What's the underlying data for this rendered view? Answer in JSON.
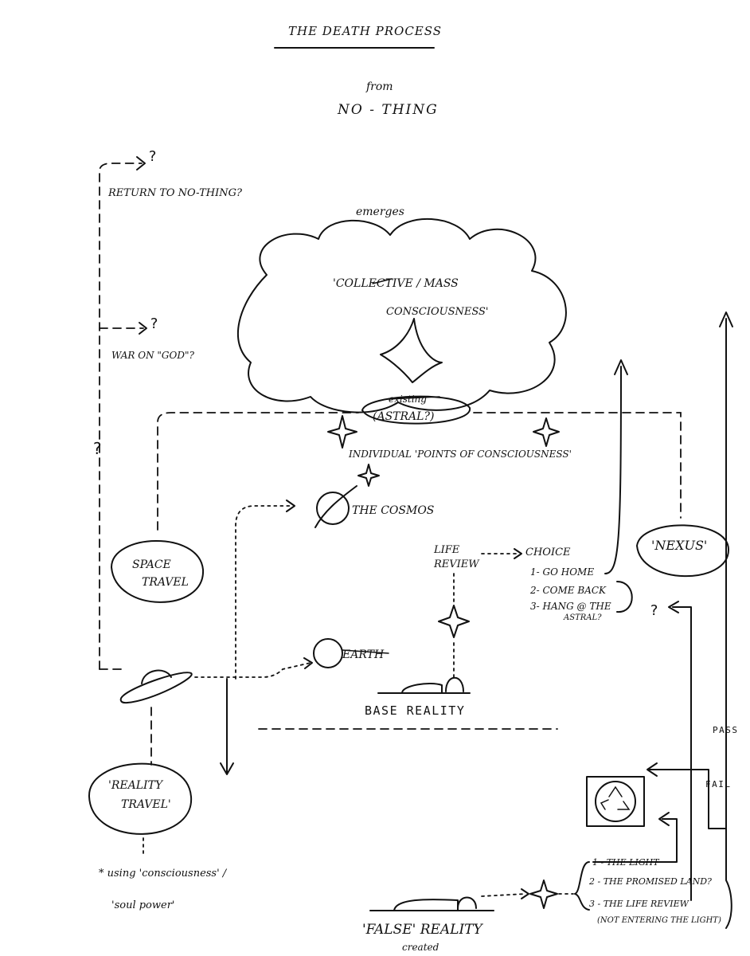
{
  "title": "THE DEATH PROCESS",
  "from_label": "from",
  "origin": "NO - THING",
  "return_label": "RETURN TO NO-THING?",
  "arrow_q": "?",
  "war_label": "WAR ON \"GOD\"?",
  "left_q": "?",
  "emerges_label": "emerges",
  "collective_line1": "'COLLECTIVE / MASS",
  "collective_line2": "CONSCIOUSNESS'",
  "astral_struck": "existing",
  "astral_label": "(ASTRAL?)",
  "points_label": "INDIVIDUAL 'POINTS OF CONSCIOUSNESS'",
  "cosmos_label": "THE COSMOS",
  "earth_label": "EARTH",
  "space_travel_1": "SPACE",
  "space_travel_2": "TRAVEL",
  "reality_travel_1": "'REALITY",
  "reality_travel_2": "TRAVEL'",
  "using_line1": "* using 'consciousness' /",
  "using_line2": "'soul power'",
  "base_reality": "BASE REALITY",
  "life_review_1": "LIFE",
  "life_review_2": "REVIEW",
  "choice_title": "CHOICE",
  "choice_items": [
    "1- GO HOME",
    "2- COME BACK",
    "3- HANG @ THE",
    "ASTRAL?"
  ],
  "nexus_label": "'NEXUS'",
  "nexus_q": "?",
  "pass_label": "PASS",
  "fail_label": "FAIL",
  "false_reality": "'FALSE' REALITY",
  "created_label": "created",
  "false_items": [
    "1 - THE LIGHT",
    "2 - THE PROMISED LAND?",
    "3 - THE LIFE REVIEW",
    "(NOT ENTERING THE LIGHT)"
  ]
}
